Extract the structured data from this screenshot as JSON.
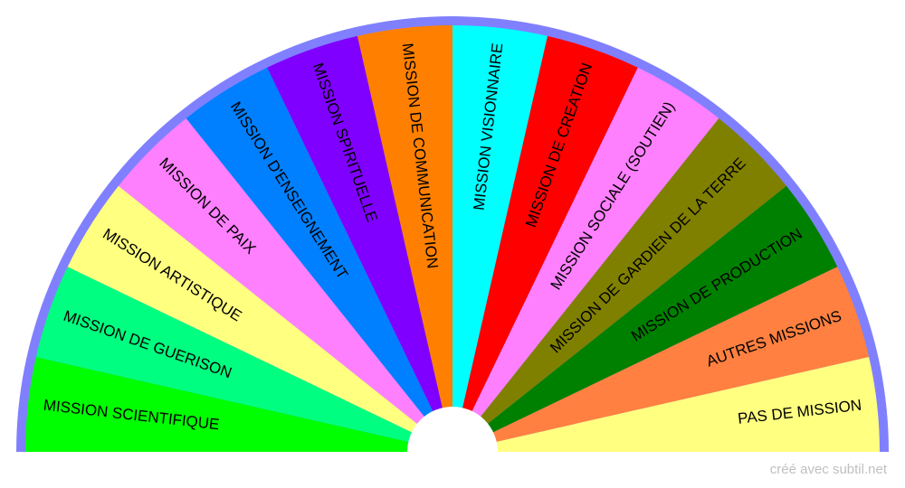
{
  "segments": [
    {
      "label": "MISSION SCIENTIFIQUE",
      "color": "#00ff00"
    },
    {
      "label": "MISSION DE GUERISON",
      "color": "#00ff80"
    },
    {
      "label": "MISSION ARTISTIQUE",
      "color": "#ffff80"
    },
    {
      "label": "MISSION DE PAIX",
      "color": "#ff80ff"
    },
    {
      "label": "MISSION D'ENSEIGNEMENT",
      "color": "#0080ff"
    },
    {
      "label": "MISSION SPIRITUELLE",
      "color": "#8000ff"
    },
    {
      "label": "MISSION DE COMMUNICATION",
      "color": "#ff8000"
    },
    {
      "label": "MISSION VISIONNAIRE",
      "color": "#00ffff"
    },
    {
      "label": "MISSION DE CREATION",
      "color": "#ff0000"
    },
    {
      "label": "MISSION SOCIALE (SOUTIEN)",
      "color": "#ff80ff"
    },
    {
      "label": "MISSION DE GARDIEN DE LA TERRE",
      "color": "#808000"
    },
    {
      "label": "MISSION DE PRODUCTION",
      "color": "#008000"
    },
    {
      "label": "AUTRES MISSIONS",
      "color": "#ff8040"
    },
    {
      "label": "PAS DE MISSION",
      "color": "#ffff80"
    }
  ],
  "rim_color": "#8080ff",
  "credit": "créé avec subtil.net"
}
